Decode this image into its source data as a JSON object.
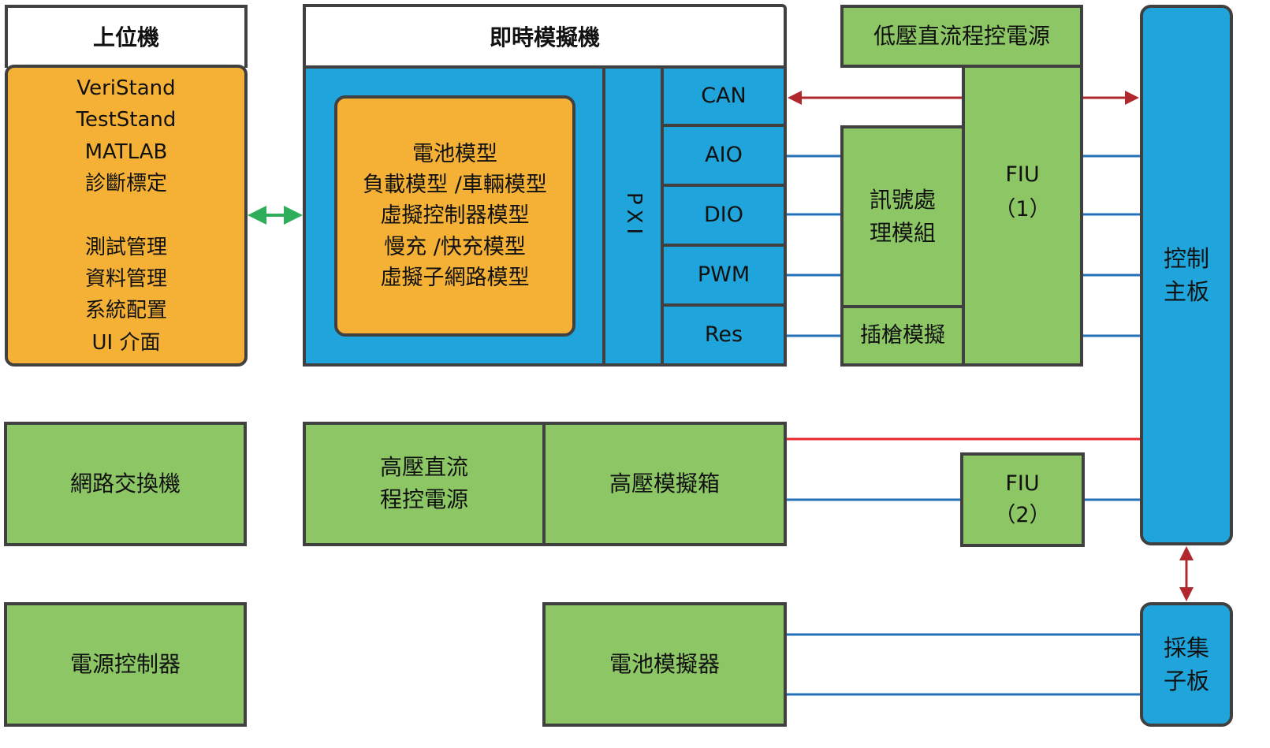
{
  "host_pc": {
    "title": "上位機",
    "software": "VeriStand\nTestStand\nMATLAB\n診斷標定\n\n測試管理\n資料管理\n系統配置\nUI 介面"
  },
  "realtime": {
    "title": "即時模擬機",
    "models": "電池模型\n負載模型 /車輛模型\n虛擬控制器模型\n慢充 /快充模型\n虛擬子網路模型",
    "bus_label": "PXI",
    "io_modules": [
      "CAN",
      "AIO",
      "DIO",
      "PWM",
      "Res"
    ]
  },
  "lv_power": "低壓直流程控電源",
  "signal_module": "訊號處\n理模組",
  "plug_sim": "插槍模擬",
  "fiu1": "FIU\n（1）",
  "fiu2": "FIU\n（2）",
  "control_board": "控制\n主板",
  "acq_board": "採集\n子板",
  "network_switch": "網路交換機",
  "power_controller": "電源控制器",
  "hv_power": "高壓直流\n程控電源",
  "hv_box": "高壓模擬箱",
  "battery_sim": "電池模擬器",
  "colors": {
    "orange": "#f4b135",
    "blue": "#1fa5dc",
    "green": "#8cc665",
    "border": "#404040",
    "arrow_green": "#2ead5a",
    "arrow_red": "#b0282e",
    "line_red": "#e8272f",
    "line_blue": "#2470b8"
  }
}
